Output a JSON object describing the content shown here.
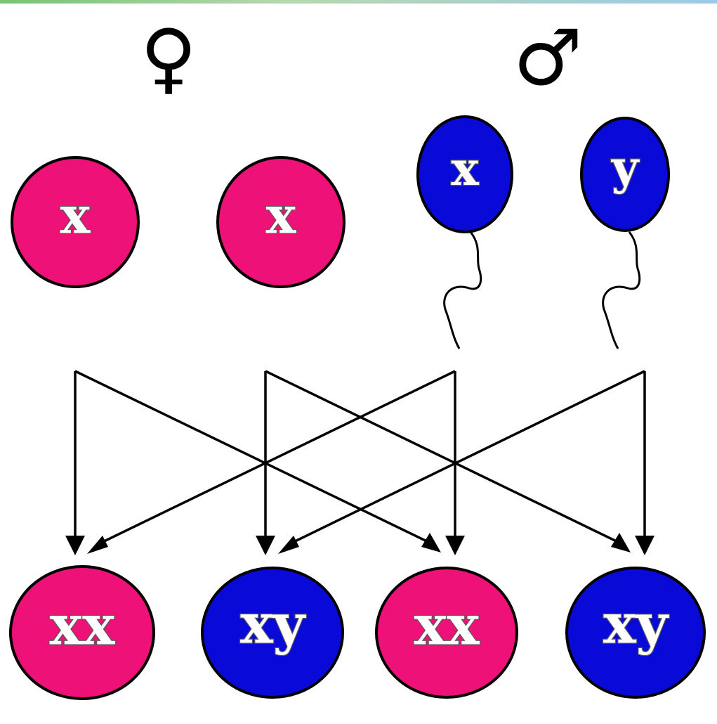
{
  "colors": {
    "female": "#ee1177",
    "male": "#0a0ad8",
    "outline": "#000000",
    "arrow": "#000000",
    "label_fill": "#ffffff",
    "label_stroke": "#5a5a5a"
  },
  "symbols": {
    "female": "♀",
    "male": "♂"
  },
  "gametes": {
    "eggs": [
      {
        "label": "x",
        "sex": "female"
      },
      {
        "label": "x",
        "sex": "female"
      }
    ],
    "sperm": [
      {
        "label": "x",
        "sex": "male"
      },
      {
        "label": "y",
        "sex": "male"
      }
    ]
  },
  "offspring": [
    {
      "label": "xx",
      "sex": "female"
    },
    {
      "label": "xy",
      "sex": "male"
    },
    {
      "label": "xx",
      "sex": "female"
    },
    {
      "label": "xy",
      "sex": "male"
    }
  ]
}
